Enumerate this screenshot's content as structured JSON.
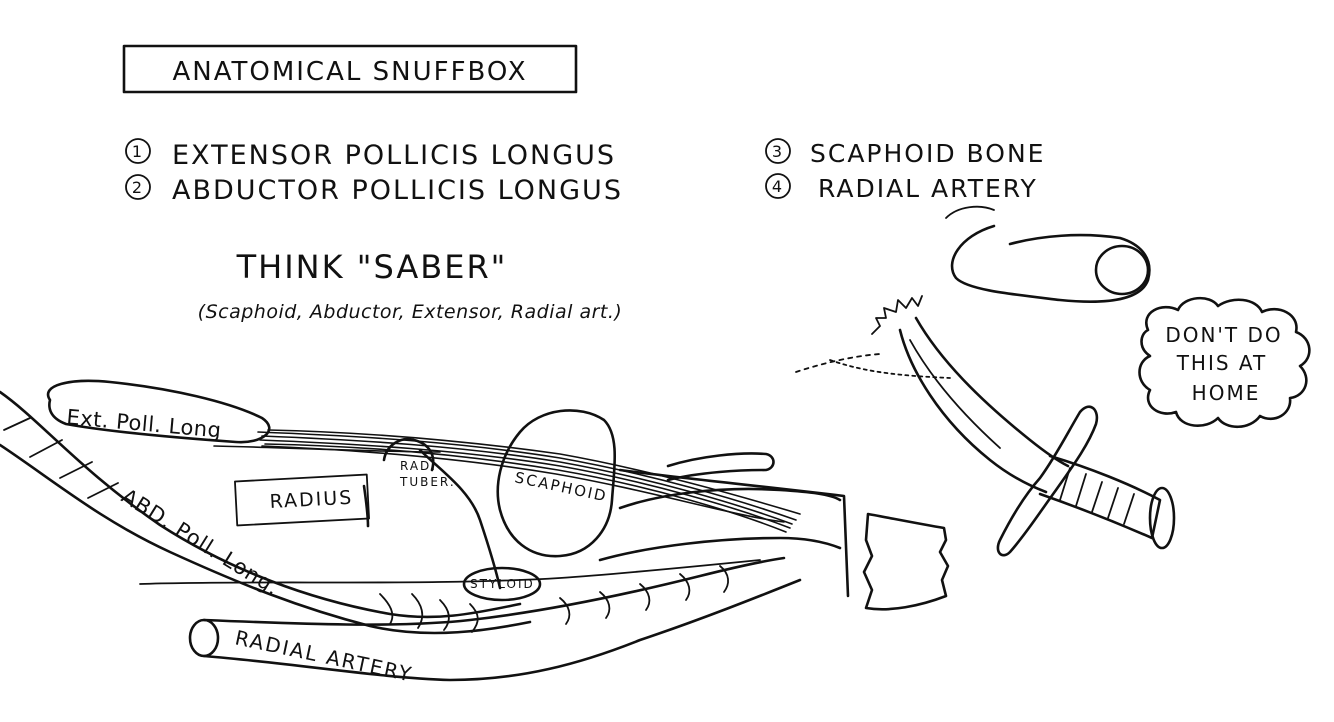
{
  "title": "ANATOMICAL SNUFFBOX",
  "legend": [
    {
      "num": "1",
      "text": "EXTENSOR POLLICIS LONGUS"
    },
    {
      "num": "2",
      "text": "ABDUCTOR POLLICIS LONGUS"
    },
    {
      "num": "3",
      "text": "SCAPHOID BONE"
    },
    {
      "num": "4",
      "text": "RADIAL ARTERY"
    }
  ],
  "mnemonic": {
    "heading": "THINK \"SABER\"",
    "expansion": "(Scaphoid, Abductor, Extensor, Radial art.)"
  },
  "labels": {
    "ext_poll_long": "Ext. Poll. Long",
    "radius": "RADIUS",
    "rad_tuber_1": "RAD.",
    "rad_tuber_2": "TUBER.",
    "scaphoid": "SCAPHOID",
    "styloid": "STYLOID",
    "abd_poll_long": "ABD. Poll. Long.",
    "radial_artery": "RADIAL ARTERY"
  },
  "speech_bubble": {
    "line1": "DON'T DO",
    "line2": "THIS AT",
    "line3": "HOME"
  }
}
